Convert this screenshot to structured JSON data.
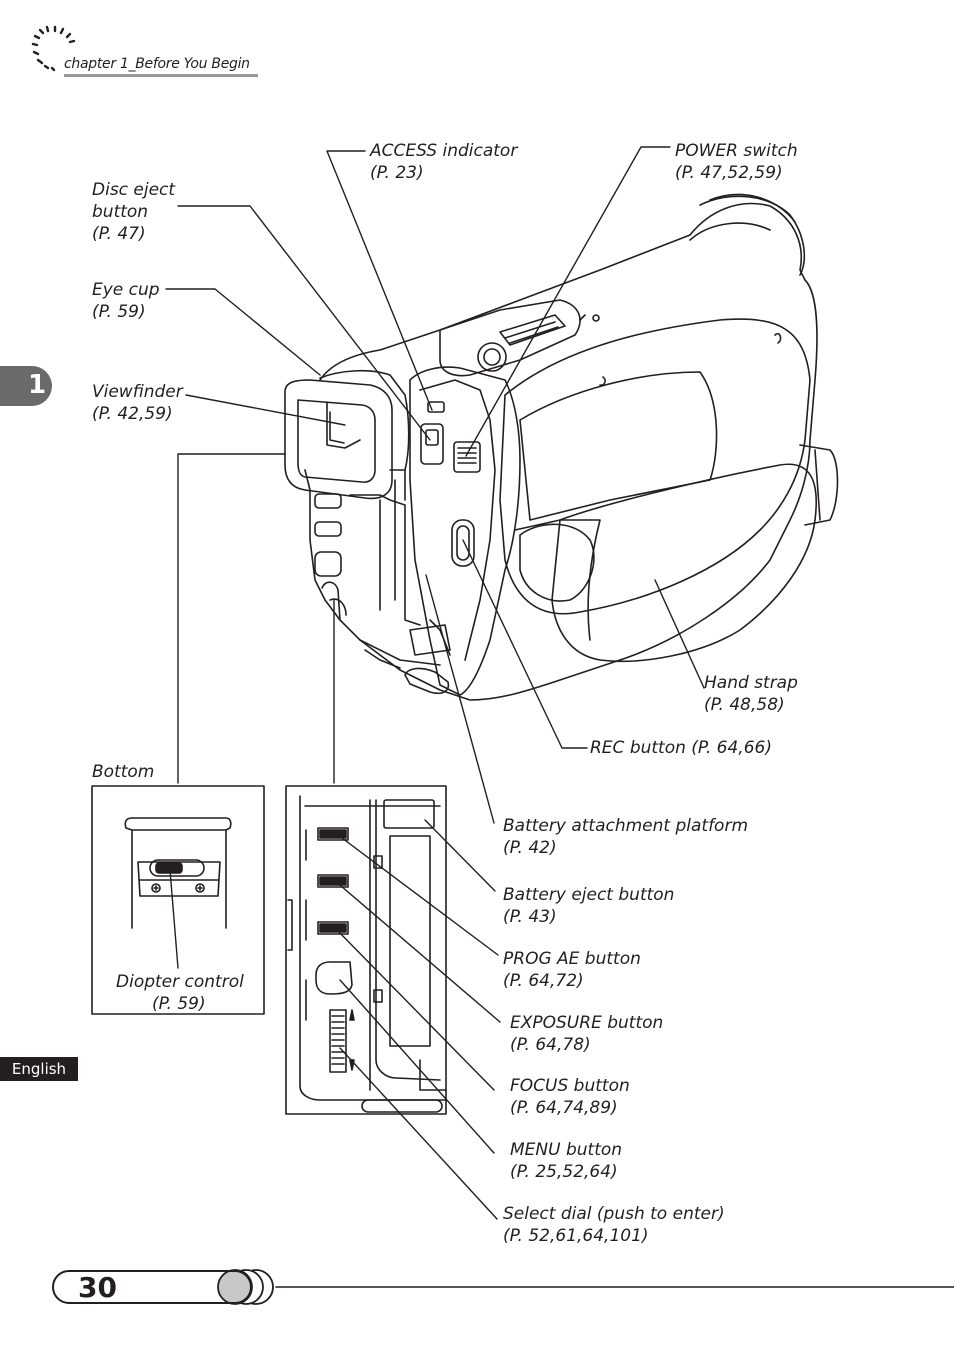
{
  "header": {
    "chapter": "chapter 1_Before You Begin"
  },
  "side_tab": "1",
  "language_tab": "English",
  "page_number": "30",
  "labels": {
    "access": [
      "ACCESS indicator",
      "(P. 23)"
    ],
    "power": [
      "POWER switch",
      "(P. 47,52,59)"
    ],
    "disc_eject": [
      "Disc eject",
      "button",
      "(P. 47)"
    ],
    "eye_cup": [
      "Eye cup",
      "(P. 59)"
    ],
    "viewfinder": [
      "Viewfinder",
      "(P. 42,59)"
    ],
    "hand_strap": [
      "Hand strap",
      "(P. 48,58)"
    ],
    "rec": "REC button (P. 64,66)",
    "bottom": "Bottom",
    "diopter": [
      "Diopter control",
      "(P. 59)"
    ],
    "battery_platform": [
      "Battery attachment platform",
      "(P. 42)"
    ],
    "battery_eject": [
      "Battery eject button",
      "(P. 43)"
    ],
    "prog_ae": [
      "PROG AE button",
      "(P. 64,72)"
    ],
    "exposure": [
      "EXPOSURE button",
      "(P. 64,78)"
    ],
    "focus": [
      "FOCUS button",
      "(P. 64,74,89)"
    ],
    "menu": [
      "MENU button",
      "(P. 25,52,64)"
    ],
    "select_dial": [
      "Select dial (push to enter)",
      "(P. 52,61,64,101)"
    ]
  },
  "colors": {
    "ink": "#231f20",
    "gray": "#9a9a9a",
    "tab": "#6a6a6a"
  }
}
